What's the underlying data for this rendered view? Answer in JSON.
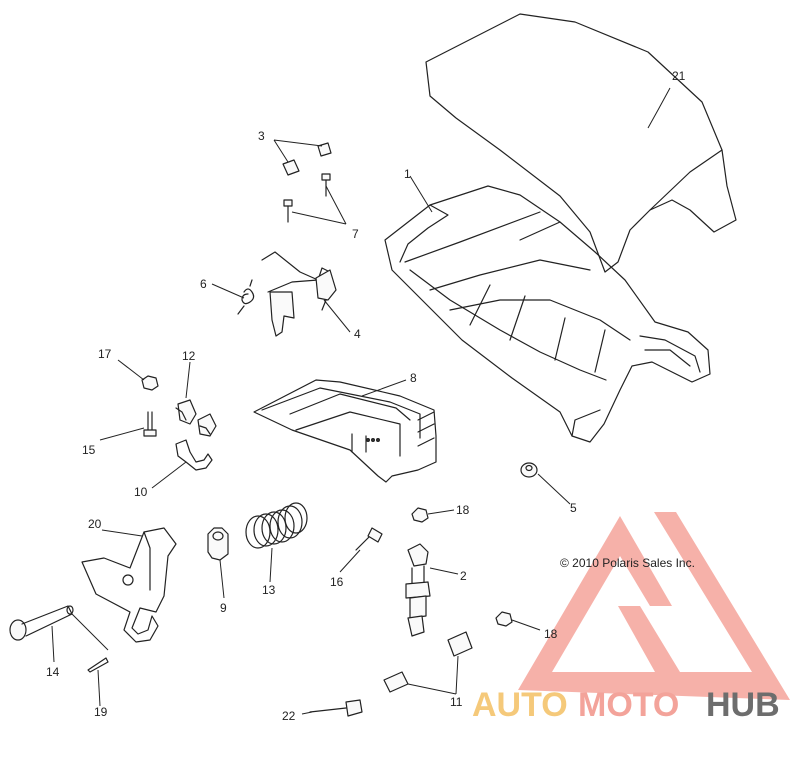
{
  "callouts": {
    "c1": "1",
    "c2": "2",
    "c3": "3",
    "c4": "4",
    "c5": "5",
    "c6": "6",
    "c7": "7",
    "c8": "8",
    "c9": "9",
    "c10": "10",
    "c11": "11",
    "c12": "12",
    "c13": "13",
    "c14": "14",
    "c15": "15",
    "c16": "16",
    "c17": "17",
    "c18a": "18",
    "c18b": "18",
    "c19": "19",
    "c20": "20",
    "c21": "21",
    "c22": "22"
  },
  "copyright": "© 2010 Polaris Sales Inc.",
  "watermark": {
    "part1": "AUTO",
    "part2": "MOTO",
    "part3": "HUB",
    "colors": {
      "auto": "#f5c97a",
      "moto": "#f3a39a",
      "hub": "#6d6d6d",
      "logo": "#f08a80"
    }
  }
}
